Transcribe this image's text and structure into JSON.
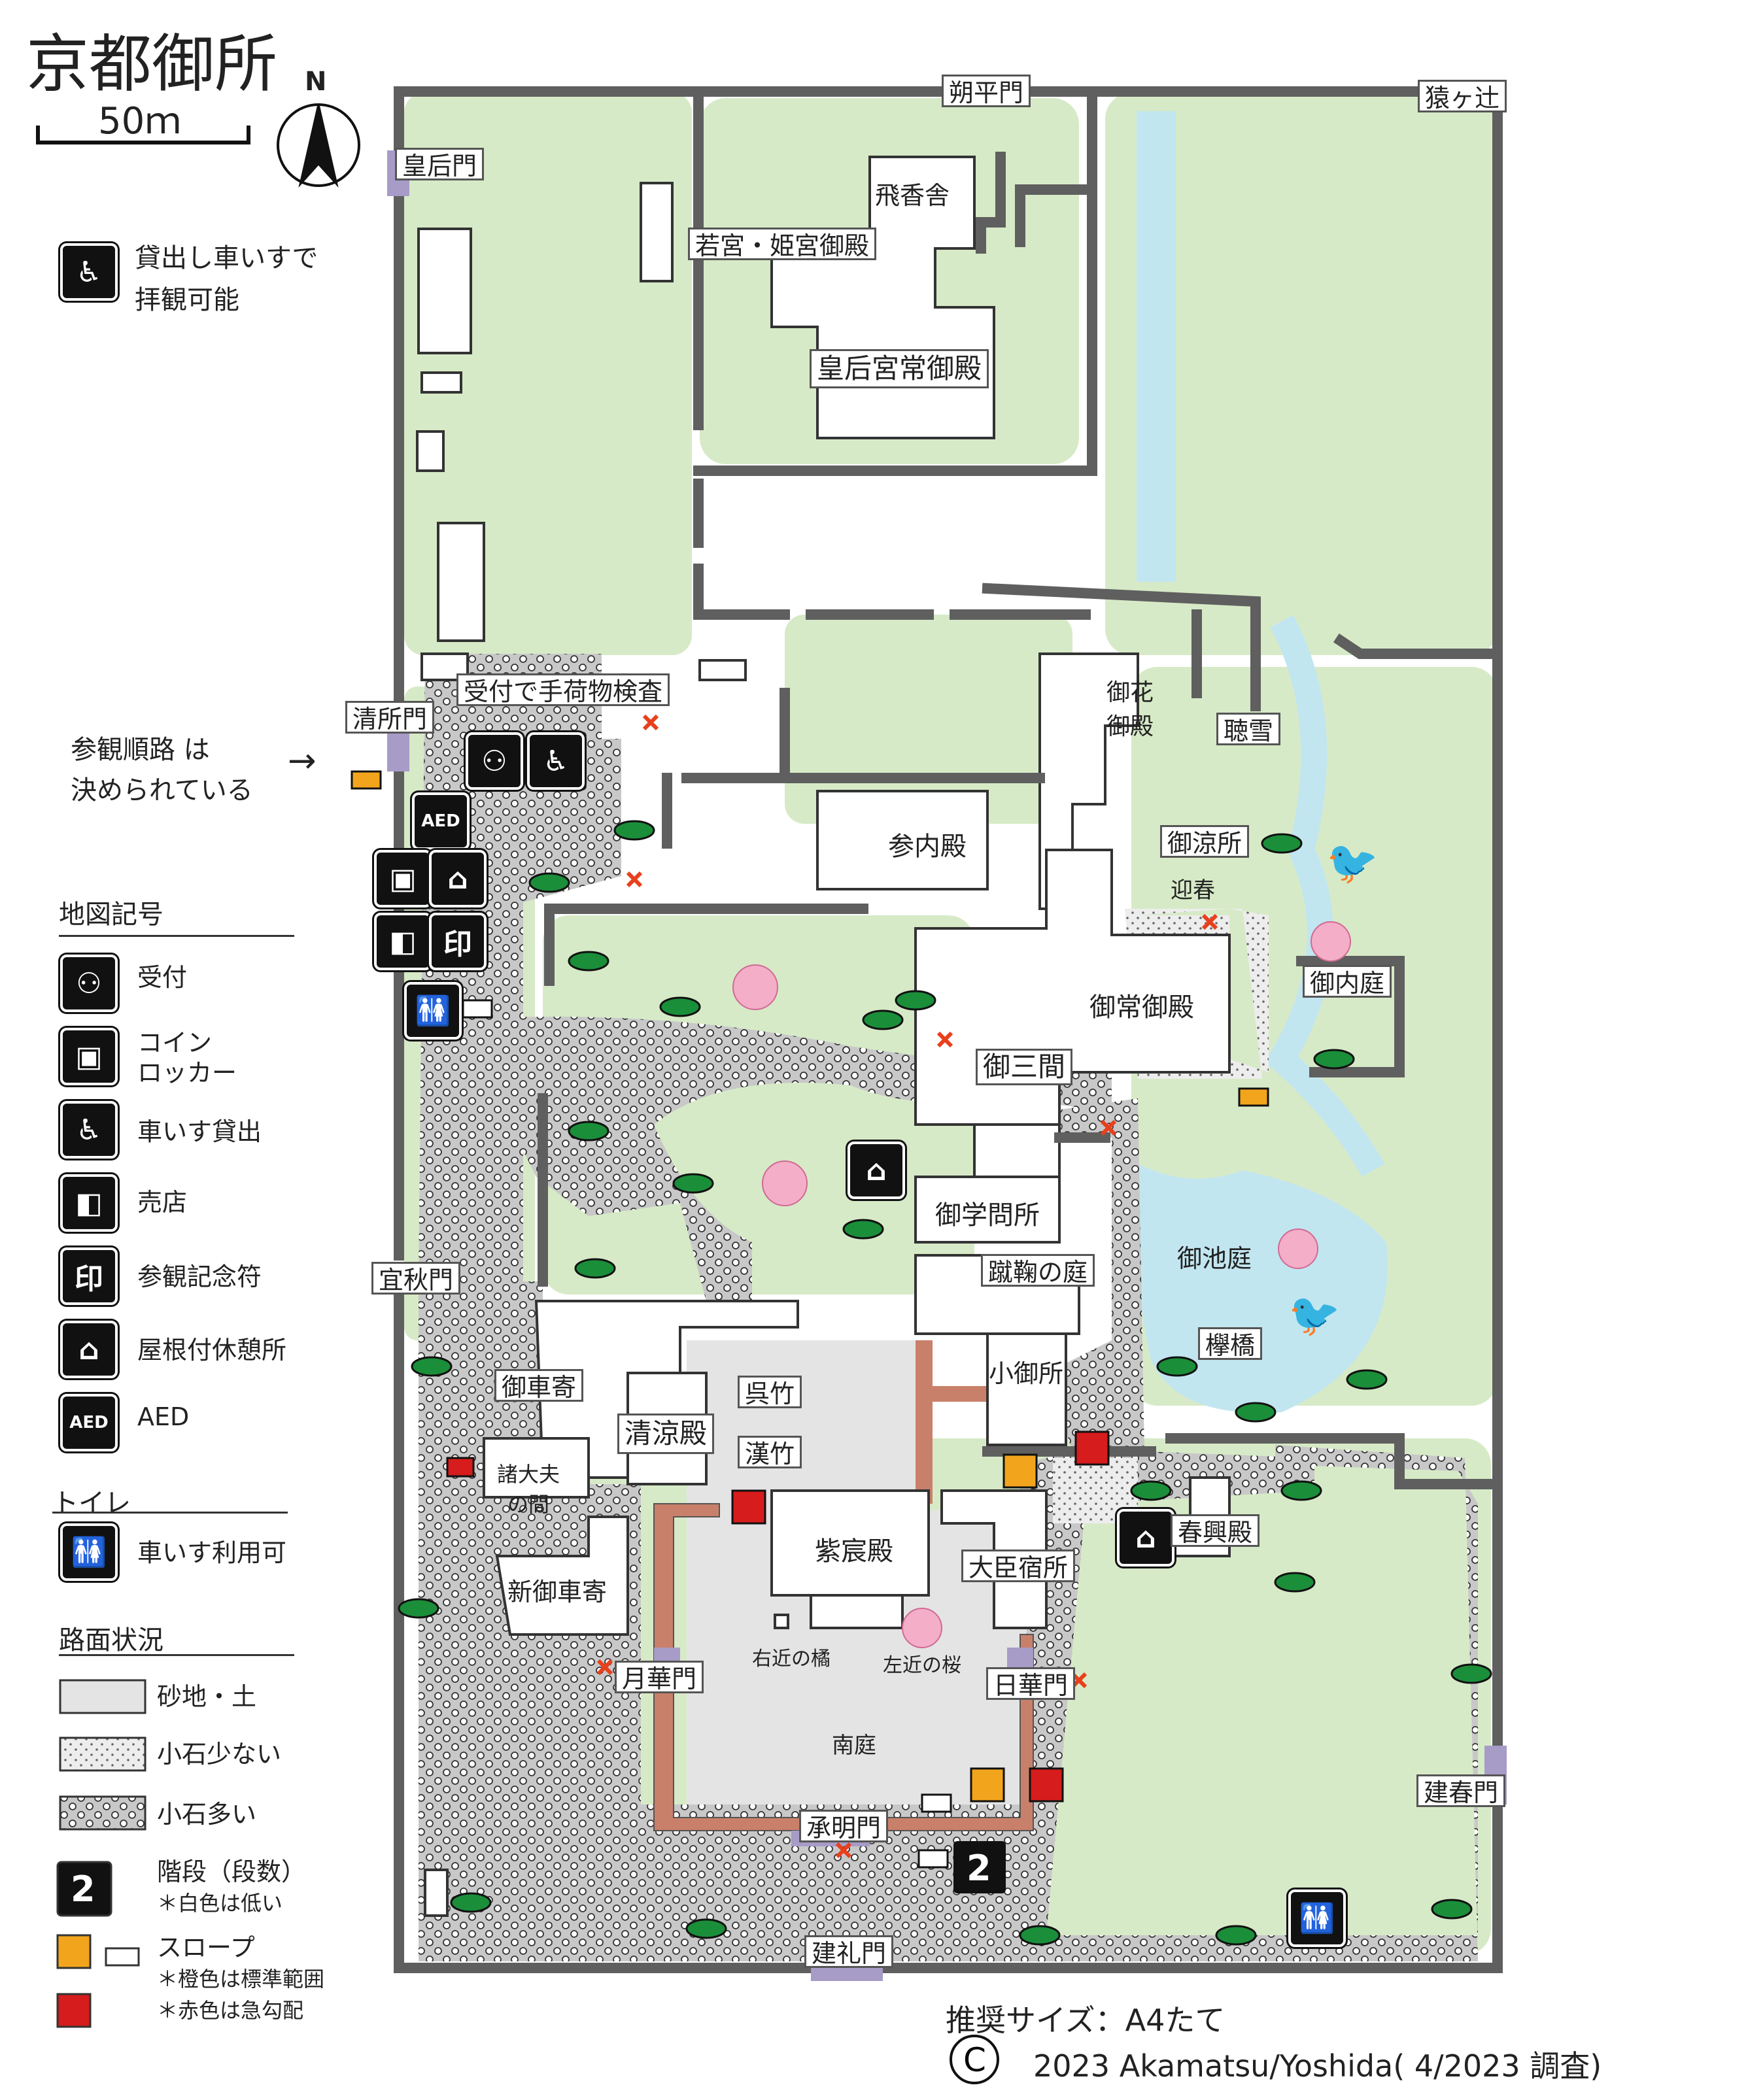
{
  "title": "京都御所",
  "scale_label": "50ｍ",
  "north_label": "N",
  "rental_note_line1": "貸出し車いすで",
  "rental_note_line2": "拝観可能",
  "route_note_line1": "参観順路 は",
  "route_note_line2": "決められている",
  "legend": {
    "title": "地図記号",
    "items": [
      {
        "label": "受付",
        "icon": "reception-icon"
      },
      {
        "label": "コイン\nロッカー",
        "icon": "locker-icon"
      },
      {
        "label": "車いす貸出",
        "icon": "wheelchair-rental-icon"
      },
      {
        "label": "売店",
        "icon": "shop-icon"
      },
      {
        "label": "参観記念符",
        "icon": "stamp-icon"
      },
      {
        "label": "屋根付休憩所",
        "icon": "rest-area-icon"
      },
      {
        "label": "AED",
        "icon": "aed-icon"
      }
    ],
    "toilet_title": "トイレ",
    "toilet_item": "車いす利用可",
    "surface_title": "路面状況",
    "surface_items": [
      "砂地・土",
      "小石少ない",
      "小石多い"
    ],
    "stairs_label": "階段（段数）",
    "stairs_note": "＊白色は低い",
    "slope_label": "スロープ",
    "slope_note1": "＊橙色は標準範囲",
    "slope_note2": "＊赤色は急勾配"
  },
  "gates": {
    "north": "朔平門",
    "northeast": "猿ヶ辻",
    "empress": "皇后門",
    "seisho": "清所門",
    "gishu": "宜秋門",
    "kenshun": "建春門",
    "kenrei": "建礼門",
    "shomei": "承明門",
    "gekka": "月華門",
    "nikka": "日華門"
  },
  "buildings": {
    "hikyosha": "飛香舎",
    "wakamiya": "若宮・姫宮御殿",
    "kogogu": "皇后宮常御殿",
    "reception": "受付で手荷物検査",
    "onhana": "御花\n御殿",
    "chosetsu": "聴雪",
    "sannaiden": "参内殿",
    "oryosho": "御涼所",
    "geishun": "迎春",
    "onaitei": "御内庭",
    "otsunegoten": "御常御殿",
    "osanma": "御三間",
    "ogakumonjo": "御学問所",
    "kemari": "蹴鞠の庭",
    "oikeniwa": "御池庭",
    "keyakibashi": "欅橋",
    "kogosho": "小御所",
    "okurumayose": "御車寄",
    "kuretake": "呉竹",
    "seiryoden": "清涼殿",
    "kawatake": "漢竹",
    "shodaibu": "諸大夫\nの間",
    "shishinden": "紫宸殿",
    "shinmikuruma": "新御車寄",
    "daijinshuku": "大臣宿所",
    "shunkoden": "春興殿",
    "ukon": "右近の橘",
    "sakon": "左近の桜",
    "nantei": "南庭"
  },
  "footer": {
    "size": "推奨サイズ：A4たて",
    "copyright": "2023 Akamatsu/Yoshida( 4/2023 調査)"
  },
  "colors": {
    "wall": "#5f5f5f",
    "garden": "#d7eac7",
    "water": "#c2e6f0",
    "sand": "#e4e4e4",
    "corridor": "#c9806a",
    "gate": "#a79bc7",
    "slope_orange": "#f2a51c",
    "slope_red": "#d61c1c",
    "x_mark": "#e8401c"
  }
}
